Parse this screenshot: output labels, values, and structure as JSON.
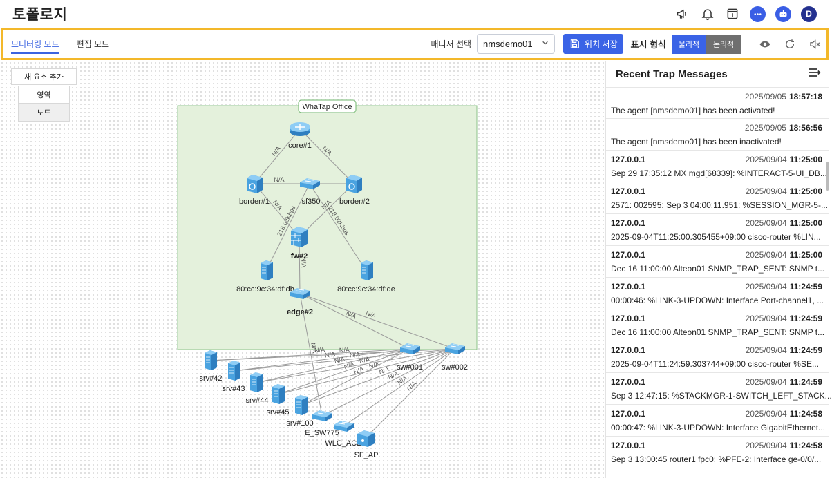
{
  "header": {
    "title": "토폴로지",
    "avatar_letter": "D"
  },
  "toolbar": {
    "tabs": [
      {
        "label": "모니터링 모드"
      },
      {
        "label": "편집 모드"
      }
    ],
    "manager_label": "매니저 선택",
    "manager_value": "nmsdemo01",
    "save_label": "위치 저장",
    "format_label": "표시 형식",
    "format_options": [
      {
        "label": "물리적"
      },
      {
        "label": "논리적"
      }
    ]
  },
  "add_panel": {
    "title": "새 요소 추가",
    "items": [
      {
        "label": "영역"
      },
      {
        "label": "노드"
      }
    ]
  },
  "topology": {
    "zone_label": "WhaTap Office",
    "nodes": [
      {
        "id": "core1",
        "label": "core#1",
        "type": "router"
      },
      {
        "id": "border1",
        "label": "border#1",
        "type": "l3"
      },
      {
        "id": "sf350",
        "label": "sf350",
        "type": "switch"
      },
      {
        "id": "border2",
        "label": "border#2",
        "type": "l3"
      },
      {
        "id": "fw",
        "label": "fw#2",
        "type": "firewall"
      },
      {
        "id": "mac1",
        "label": "80:cc:9c:34:df:db",
        "type": "server"
      },
      {
        "id": "mac2",
        "label": "80:cc:9c:34:df:de",
        "type": "server"
      },
      {
        "id": "edge",
        "label": "edge#2",
        "type": "switch"
      },
      {
        "id": "sw001",
        "label": "sw#001",
        "type": "switch"
      },
      {
        "id": "sw002",
        "label": "sw#002",
        "type": "switch"
      },
      {
        "id": "srv42",
        "label": "srv#42",
        "type": "server"
      },
      {
        "id": "srv43",
        "label": "srv#43",
        "type": "server"
      },
      {
        "id": "srv44",
        "label": "srv#44",
        "type": "server"
      },
      {
        "id": "srv45",
        "label": "srv#45",
        "type": "server"
      },
      {
        "id": "srv100",
        "label": "srv#100",
        "type": "server"
      },
      {
        "id": "esw",
        "label": "E_SW775",
        "type": "switch"
      },
      {
        "id": "wlc",
        "label": "WLC_ACE",
        "type": "switch"
      },
      {
        "id": "sfap",
        "label": "SF_AP",
        "type": "ap"
      }
    ],
    "links": [
      {
        "from": "core1",
        "to": "border1",
        "label": "N/A"
      },
      {
        "from": "core1",
        "to": "border2",
        "label": "N/A"
      },
      {
        "from": "border1",
        "to": "sf350",
        "label": "N/A"
      },
      {
        "from": "sf350",
        "to": "border2",
        "label": ""
      },
      {
        "from": "border1",
        "to": "fw",
        "label": "N/A"
      },
      {
        "from": "border2",
        "to": "fw",
        "label": "N/A"
      },
      {
        "from": "sf350",
        "to": "mac1",
        "label": "218.02Kbps"
      },
      {
        "from": "sf350",
        "to": "mac2",
        "label": "218.02Kbps"
      },
      {
        "from": "fw",
        "to": "edge",
        "label": "N/A"
      },
      {
        "from": "edge",
        "to": "sw001",
        "label": "N/A"
      },
      {
        "from": "edge",
        "to": "sw002",
        "label": "N/A"
      },
      {
        "from": "edge",
        "to": "esw",
        "label": "N/A"
      },
      {
        "from": "sw001",
        "to": "srv42",
        "label": "N/A"
      },
      {
        "from": "sw001",
        "to": "srv43",
        "label": "N/A"
      },
      {
        "from": "sw001",
        "to": "srv44",
        "label": "N/A"
      },
      {
        "from": "sw001",
        "to": "srv45",
        "label": "N/A"
      },
      {
        "from": "sw001",
        "to": "srv100",
        "label": "N/A"
      },
      {
        "from": "sw002",
        "to": "srv42",
        "label": "N/A"
      },
      {
        "from": "sw002",
        "to": "srv43",
        "label": "N/A"
      },
      {
        "from": "sw002",
        "to": "srv44",
        "label": "N/A"
      },
      {
        "from": "sw002",
        "to": "srv45",
        "label": "N/A"
      },
      {
        "from": "sw002",
        "to": "srv100",
        "label": "N/A"
      },
      {
        "from": "sw002",
        "to": "esw",
        "label": "N/A"
      },
      {
        "from": "sw002",
        "to": "wlc",
        "label": "N/A"
      },
      {
        "from": "sw002",
        "to": "sfap",
        "label": "N/A"
      }
    ]
  },
  "trap_panel": {
    "title": "Recent Trap Messages",
    "messages": [
      {
        "source": "",
        "date": "2025/09/05",
        "time": "18:57:18",
        "text": "The agent [nmsdemo01] has been activated!"
      },
      {
        "source": "",
        "date": "2025/09/05",
        "time": "18:56:56",
        "text": "The agent [nmsdemo01] has been inactivated!"
      },
      {
        "source": "127.0.0.1",
        "date": "2025/09/04",
        "time": "11:25:00",
        "text": "Sep 29 17:35:12 MX mgd[68339]: %INTERACT-5-UI_DB..."
      },
      {
        "source": "127.0.0.1",
        "date": "2025/09/04",
        "time": "11:25:00",
        "text": "2571: 002595: Sep 3 04:00:11.951: %SESSION_MGR-5-..."
      },
      {
        "source": "127.0.0.1",
        "date": "2025/09/04",
        "time": "11:25:00",
        "text": "2025-09-04T11:25:00.305455+09:00 cisco-router %LIN..."
      },
      {
        "source": "127.0.0.1",
        "date": "2025/09/04",
        "time": "11:25:00",
        "text": "Dec 16 11:00:00 Alteon01 SNMP_TRAP_SENT: SNMP t..."
      },
      {
        "source": "127.0.0.1",
        "date": "2025/09/04",
        "time": "11:24:59",
        "text": "00:00:46: %LINK-3-UPDOWN: Interface Port-channel1, ..."
      },
      {
        "source": "127.0.0.1",
        "date": "2025/09/04",
        "time": "11:24:59",
        "text": "Dec 16 11:00:00 Alteon01 SNMP_TRAP_SENT: SNMP t..."
      },
      {
        "source": "127.0.0.1",
        "date": "2025/09/04",
        "time": "11:24:59",
        "text": "2025-09-04T11:24:59.303744+09:00 cisco-router %SE..."
      },
      {
        "source": "127.0.0.1",
        "date": "2025/09/04",
        "time": "11:24:59",
        "text": "Sep 3 12:47:15: %STACKMGR-1-SWITCH_LEFT_STACK..."
      },
      {
        "source": "127.0.0.1",
        "date": "2025/09/04",
        "time": "11:24:58",
        "text": "00:00:47: %LINK-3-UPDOWN: Interface GigabitEthernet..."
      },
      {
        "source": "127.0.0.1",
        "date": "2025/09/04",
        "time": "11:24:58",
        "text": "Sep 3 13:00:45 router1 fpc0: %PFE-2: Interface ge-0/0/..."
      }
    ]
  },
  "colors": {
    "accent": "#3a63e6",
    "toolbar_border": "#f3b82a",
    "zone_fill": "#e4f1dc",
    "zone_border": "#8cc38a",
    "link": "#9a9a9a",
    "device": "#4aa3e0"
  }
}
